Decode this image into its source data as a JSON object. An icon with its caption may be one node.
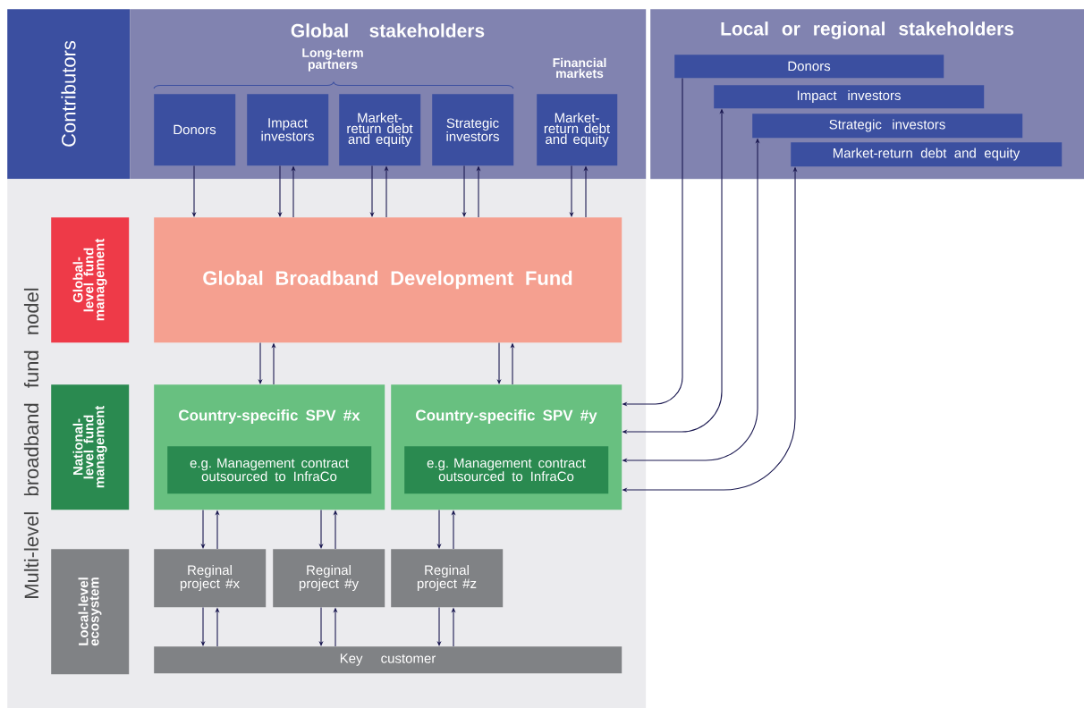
{
  "diagram": {
    "nodes": [
      {
        "text": [
          "Contributors"
        ]
      },
      {
        "text": [
          "Global stakeholders"
        ]
      },
      {
        "text": [
          "Donors"
        ],
        "in": 1
      },
      {
        "text": [
          "Impact investors"
        ],
        "in": 1
      },
      {
        "text": [
          "Market-return debt and equity"
        ],
        "in": 1
      },
      {
        "text": [
          "Strategic investors"
        ],
        "in": 1
      },
      {
        "text": [
          "Market-return debt and equity"
        ],
        "in": 1
      },
      {
        "text": [
          "Local or regional stakeholders"
        ]
      },
      {
        "text": [
          "Donors"
        ],
        "in": 7
      },
      {
        "text": [
          "Impact investors"
        ],
        "in": 7
      },
      {
        "text": [
          "Strategic investors"
        ],
        "in": 7
      },
      {
        "text": [
          "Market-return debt and equity"
        ],
        "in": 7
      },
      {
        "text": [
          "Multi-level broadband fund nodel"
        ]
      },
      {
        "text": [
          "Global-level fund management"
        ],
        "in": 12
      },
      {
        "text": [
          "Global Broadband Development Fund"
        ],
        "in": 12
      },
      {
        "text": [
          "National-level fund management"
        ],
        "in": 12
      },
      {
        "text": [
          "Country-specific SPV #x"
        ],
        "in": 12
      },
      {
        "text": [
          "e.g. Management contract outsourced to InfraCo"
        ],
        "in": 16
      },
      {
        "text": [
          "Country-specific SPV #y"
        ],
        "in": 12
      },
      {
        "text": [
          "e.g. Management contract outsourced to InfraCo"
        ],
        "in": 18
      },
      {
        "text": [
          "Local-level ecosystem"
        ],
        "in": 12
      },
      {
        "text": [
          "Reginal project #x"
        ],
        "in": 12
      },
      {
        "text": [
          "Reginal project #y"
        ],
        "in": 12
      },
      {
        "text": [
          "Reginal project #z"
        ],
        "in": 12
      },
      {
        "text": [
          "Key customer"
        ],
        "in": 12
      }
    ],
    "edges": [
      {
        "from": 2,
        "to": 14,
        "arrow": "to"
      },
      {
        "from": 3,
        "to": 14,
        "arrow": "to"
      },
      {
        "from": 14,
        "to": 3,
        "arrow": "to"
      },
      {
        "from": 4,
        "to": 14,
        "arrow": "to"
      },
      {
        "from": 14,
        "to": 4,
        "arrow": "to"
      },
      {
        "from": 5,
        "to": 14,
        "arrow": "to"
      },
      {
        "from": 14,
        "to": 5,
        "arrow": "to"
      },
      {
        "from": 6,
        "to": 14,
        "arrow": "to"
      },
      {
        "from": 14,
        "to": 6,
        "arrow": "to"
      },
      {
        "from": 14,
        "to": 16,
        "arrow": "to"
      },
      {
        "from": 16,
        "to": 14,
        "arrow": "to"
      },
      {
        "from": 14,
        "to": 18,
        "arrow": "to"
      },
      {
        "from": 18,
        "to": 14,
        "arrow": "to"
      },
      {
        "from": 16,
        "to": 21,
        "arrow": "to"
      },
      {
        "from": 21,
        "to": 16,
        "arrow": "to"
      },
      {
        "from": 16,
        "to": 22,
        "arrow": "to"
      },
      {
        "from": 22,
        "to": 16,
        "arrow": "to"
      },
      {
        "from": 18,
        "to": 23,
        "arrow": "to"
      },
      {
        "from": 23,
        "to": 18,
        "arrow": "to"
      },
      {
        "from": 21,
        "to": 24,
        "arrow": "to"
      },
      {
        "from": 24,
        "to": 21,
        "arrow": "to"
      },
      {
        "from": 22,
        "to": 24,
        "arrow": "to"
      },
      {
        "from": 24,
        "to": 22,
        "arrow": "to"
      },
      {
        "from": 23,
        "to": 24,
        "arrow": "to"
      },
      {
        "from": 24,
        "to": 23,
        "arrow": "to"
      },
      {
        "from": 8,
        "to": 18,
        "arrow": "to"
      },
      {
        "from": 9,
        "to": 18,
        "arrow": "both"
      },
      {
        "from": 10,
        "to": 18,
        "arrow": "both"
      },
      {
        "from": 11,
        "to": 18,
        "arrow": "both"
      }
    ],
    "labels": [
      "Long-term partners",
      "Financial markets"
    ]
  }
}
